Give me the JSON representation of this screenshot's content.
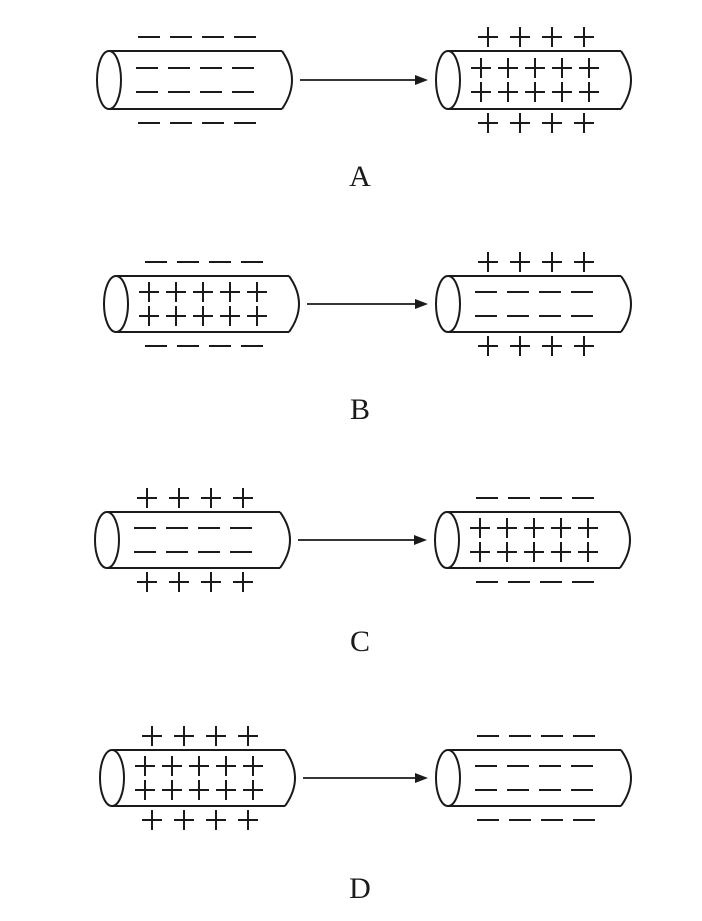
{
  "options": [
    {
      "label": "A",
      "before": {
        "outside": "-",
        "inside": "-",
        "inside_rows": 2,
        "outside_rows_long": false
      },
      "after": {
        "outside": "+",
        "inside": "+",
        "inside_rows": 2
      }
    },
    {
      "label": "B",
      "before": {
        "outside": "-",
        "inside": "+",
        "inside_rows": 2
      },
      "after": {
        "outside": "+",
        "inside": "-",
        "inside_rows": 2
      }
    },
    {
      "label": "C",
      "before": {
        "outside": "+",
        "inside": "-",
        "inside_rows": 2
      },
      "after": {
        "outside": "-",
        "inside": "+",
        "inside_rows": 2
      }
    },
    {
      "label": "D",
      "before": {
        "outside": "+",
        "inside": "+",
        "inside_rows": 2
      },
      "after": {
        "outside": "-",
        "inside": "-",
        "inside_rows": 2
      }
    }
  ],
  "colors": {
    "ink": "#1a1a1a",
    "background": "#ffffff"
  }
}
